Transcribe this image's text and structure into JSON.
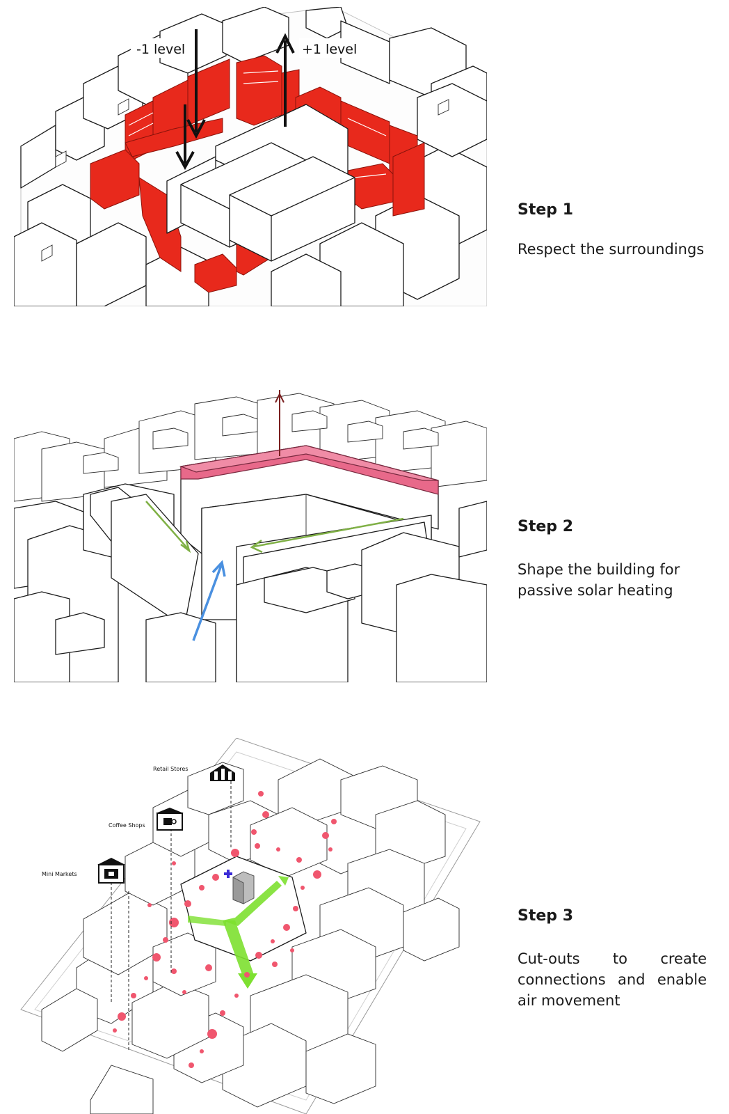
{
  "steps": [
    {
      "title": "Step 1",
      "description": "Respect the surroundings",
      "labels": {
        "down": "-1 level",
        "up": "+1 level"
      }
    },
    {
      "title": "Step 2",
      "description_lines": [
        "Shape the building for",
        "passive solar heating"
      ]
    },
    {
      "title": "Step 3",
      "description": "Cut-outs to create connections and enable air movement",
      "labels": {
        "retail": "Retail Stores",
        "coffee": "Coffee Shops",
        "mini": "Mini Markets"
      }
    }
  ],
  "colors": {
    "context_highlight": "#e8291c",
    "roof_addition": "#e8698a",
    "sun_arrow": "#7fb045",
    "wind_arrow": "#4a90e0",
    "up_arrow": "#7a1f1f",
    "green_path": "#7de030",
    "node": "#f0566e",
    "cross_marker": "#3a2bd6"
  },
  "icons": [
    "retail-store-icon",
    "coffee-shop-icon",
    "mini-market-icon",
    "cross-icon"
  ]
}
